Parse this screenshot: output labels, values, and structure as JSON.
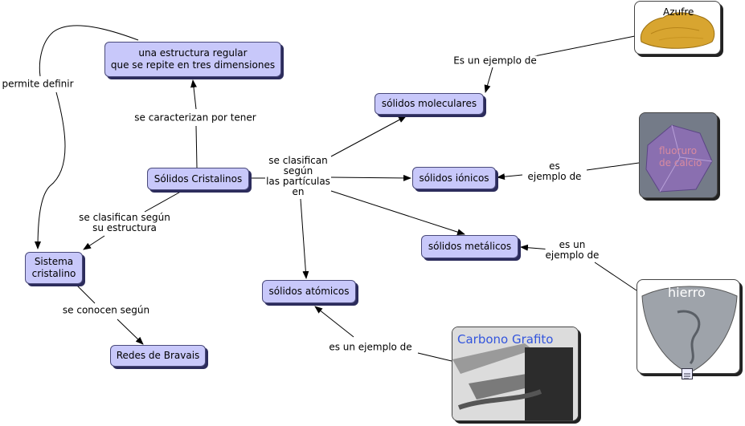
{
  "nodes": {
    "estructura": "una estructura regular\nque se repite en tres dimensiones",
    "solidos_cristalinos": "Sólidos Cristalinos",
    "sistema": "Sistema\ncristalino",
    "redes": "Redes de Bravais",
    "moleculares": "sólidos moleculares",
    "ionicos": "sólidos iónicos",
    "metalicos": "sólidos metálicos",
    "atomicos": "sólidos atómicos"
  },
  "labels": {
    "permite": "permite definir",
    "caracterizan": "se caracterizan por tener",
    "clasifican_particulas": "se clasifican\nsegún\nlas partículas\nen",
    "clasifican_estructura": "se clasifican según\nsu estructura",
    "conocen": "se conocen según",
    "ejemplo_azufre": "Es un ejemplo de",
    "ejemplo_fluoruro": "es\nejemplo de",
    "ejemplo_hierro": "es un\nejemplo de",
    "ejemplo_carbono": "es un ejemplo de"
  },
  "images": {
    "azufre": "Azufre",
    "fluoruro": "fluoruro\nde calcio",
    "hierro": "hierro",
    "carbono": "Carbono Grafito"
  },
  "colors": {
    "node_fill": "#c8c8fa",
    "node_shadow": "#2c2c5c",
    "carbono_title": "#3355dd",
    "fluoruro_title": "#d88aa0"
  },
  "icons": {
    "attachment": "document-icon"
  }
}
